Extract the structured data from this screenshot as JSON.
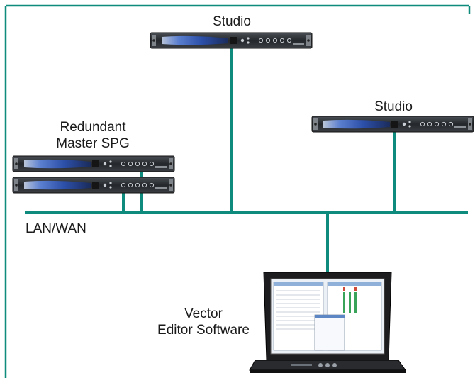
{
  "colors": {
    "network_line": "#0e8b7c",
    "border": "#0e8b7c",
    "device_body": "#2b2f33",
    "device_panel": "#3a61b8",
    "laptop_body": "#1c1c1c",
    "screen_bg": "#eef2f7"
  },
  "labels": {
    "studio_top": "Studio",
    "studio_right": "Studio",
    "redundant_line1": "Redundant",
    "redundant_line2": "Master SPG",
    "network": "LAN/WAN",
    "vector_line1": "Vector",
    "vector_line2": "Editor Software"
  },
  "devices": [
    {
      "name": "studio-top-unit"
    },
    {
      "name": "studio-right-unit"
    },
    {
      "name": "master-spg-unit-1"
    },
    {
      "name": "master-spg-unit-2"
    }
  ]
}
